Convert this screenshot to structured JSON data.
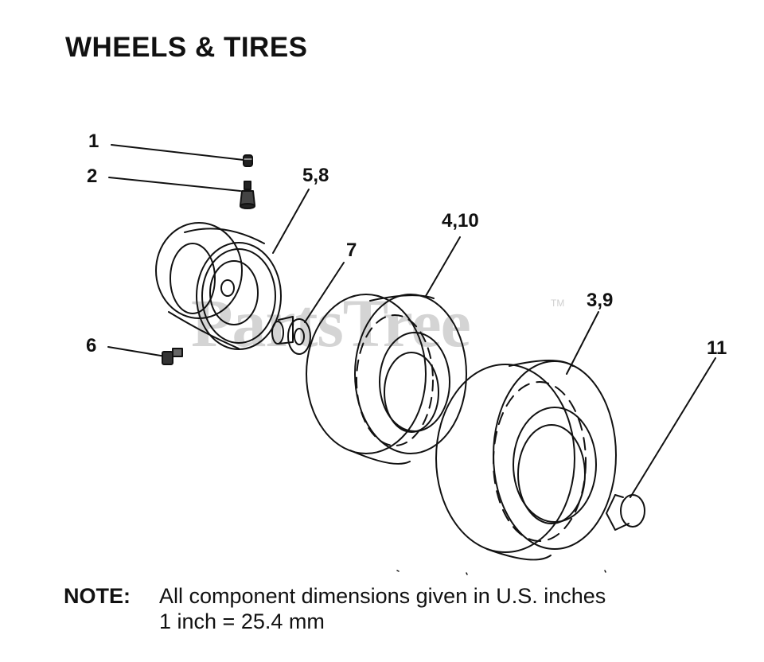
{
  "title": "WHEELS & TIRES",
  "watermark": {
    "text": "PartsTree",
    "mark": "TM"
  },
  "callouts": {
    "c1": "1",
    "c2": "2",
    "c58": "5,8",
    "c7": "7",
    "c410": "4,10",
    "c39": "3,9",
    "c6": "6",
    "c11": "11"
  },
  "note": {
    "label": "NOTE:",
    "line1": "All component dimensions given in U.S. inches",
    "line2": "1 inch = 25.4 mm"
  }
}
